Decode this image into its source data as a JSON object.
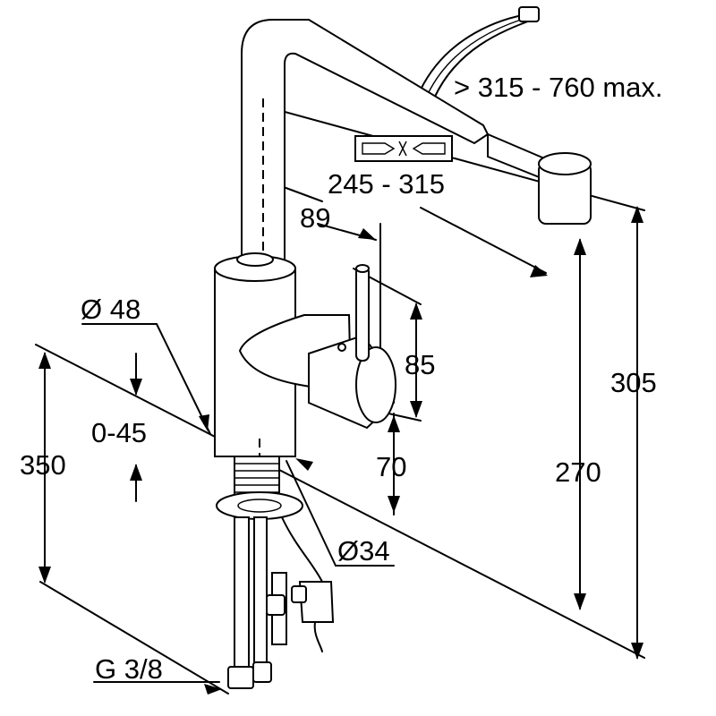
{
  "dimensions": {
    "hose_reach": "> 315 - 760 max.",
    "spout_reach": "245 - 315",
    "spout_offset": "89",
    "base_diameter": "Ø 48",
    "lever_height": "85",
    "deck_thickness": "0-45",
    "total_height": "350",
    "lever_base": "70",
    "shank_diameter": "Ø34",
    "spout_height": "270",
    "outlet_height": "305",
    "connection": "G 3/8"
  },
  "icons": [
    "swivel-arrows-icon"
  ]
}
